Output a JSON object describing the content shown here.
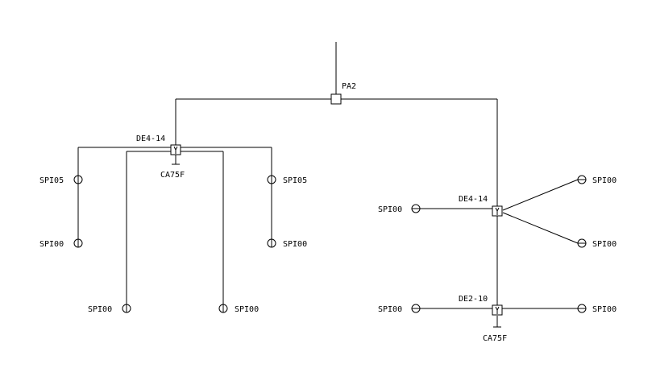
{
  "diagram": {
    "source": {
      "label": "PA2"
    },
    "left_branch": {
      "junction_label": "DE4-14",
      "bottom_label": "CA75F",
      "outer_left_top": "SPI05",
      "outer_left_bottom": "SPI00",
      "outer_right_top": "SPI05",
      "outer_right_bottom": "SPI00",
      "inner_left_bottom": "SPI00",
      "inner_right_bottom": "SPI00"
    },
    "right_branch": {
      "junction_label": "DE4-14",
      "left_label": "SPI00",
      "upper_right_label": "SPI00",
      "lower_right_label": "SPI00",
      "lower_junction_label": "DE2-10",
      "lower_left_label": "SPI00",
      "lower_right_end_label": "SPI00",
      "bottom_label": "CA75F"
    }
  }
}
